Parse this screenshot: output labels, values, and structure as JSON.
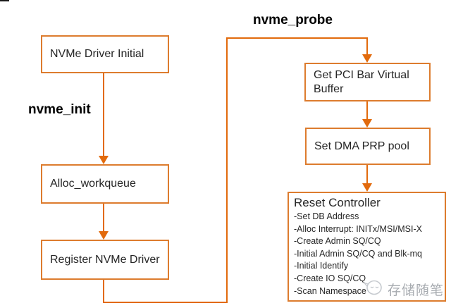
{
  "diagram": {
    "labels": {
      "nvme_init": "nvme_init",
      "nvme_probe": "nvme_probe"
    },
    "boxes": {
      "nvme_driver_initial": {
        "label": "NVMe Driver Initial"
      },
      "alloc_workqueue": {
        "label": "Alloc_workqueue"
      },
      "register_nvme_driver": {
        "label": "Register NVMe Driver"
      },
      "get_pci_bar_virtual_buffer": {
        "label": "Get PCI Bar Virtual Buffer"
      },
      "set_dma_prp_pool": {
        "label": "Set DMA PRP pool"
      },
      "reset_controller": {
        "title": "Reset Controller",
        "items": [
          "-Set DB Address",
          "-Alloc Interrupt: INITx/MSI/MSI-X",
          "-Create Admin SQ/CQ",
          "-Initial Admin SQ/CQ and Blk-mq",
          "-Initial Identify",
          "-Create IO SQ/CQ",
          "-Scan Namespace"
        ]
      }
    },
    "watermark": {
      "text": "存储随笔"
    },
    "colors": {
      "connector": "#e26a0c",
      "box_border": "#dd7c2e",
      "box_text": "#262626",
      "label_text": "#000000",
      "watermark_text": "#a7abb0"
    }
  }
}
